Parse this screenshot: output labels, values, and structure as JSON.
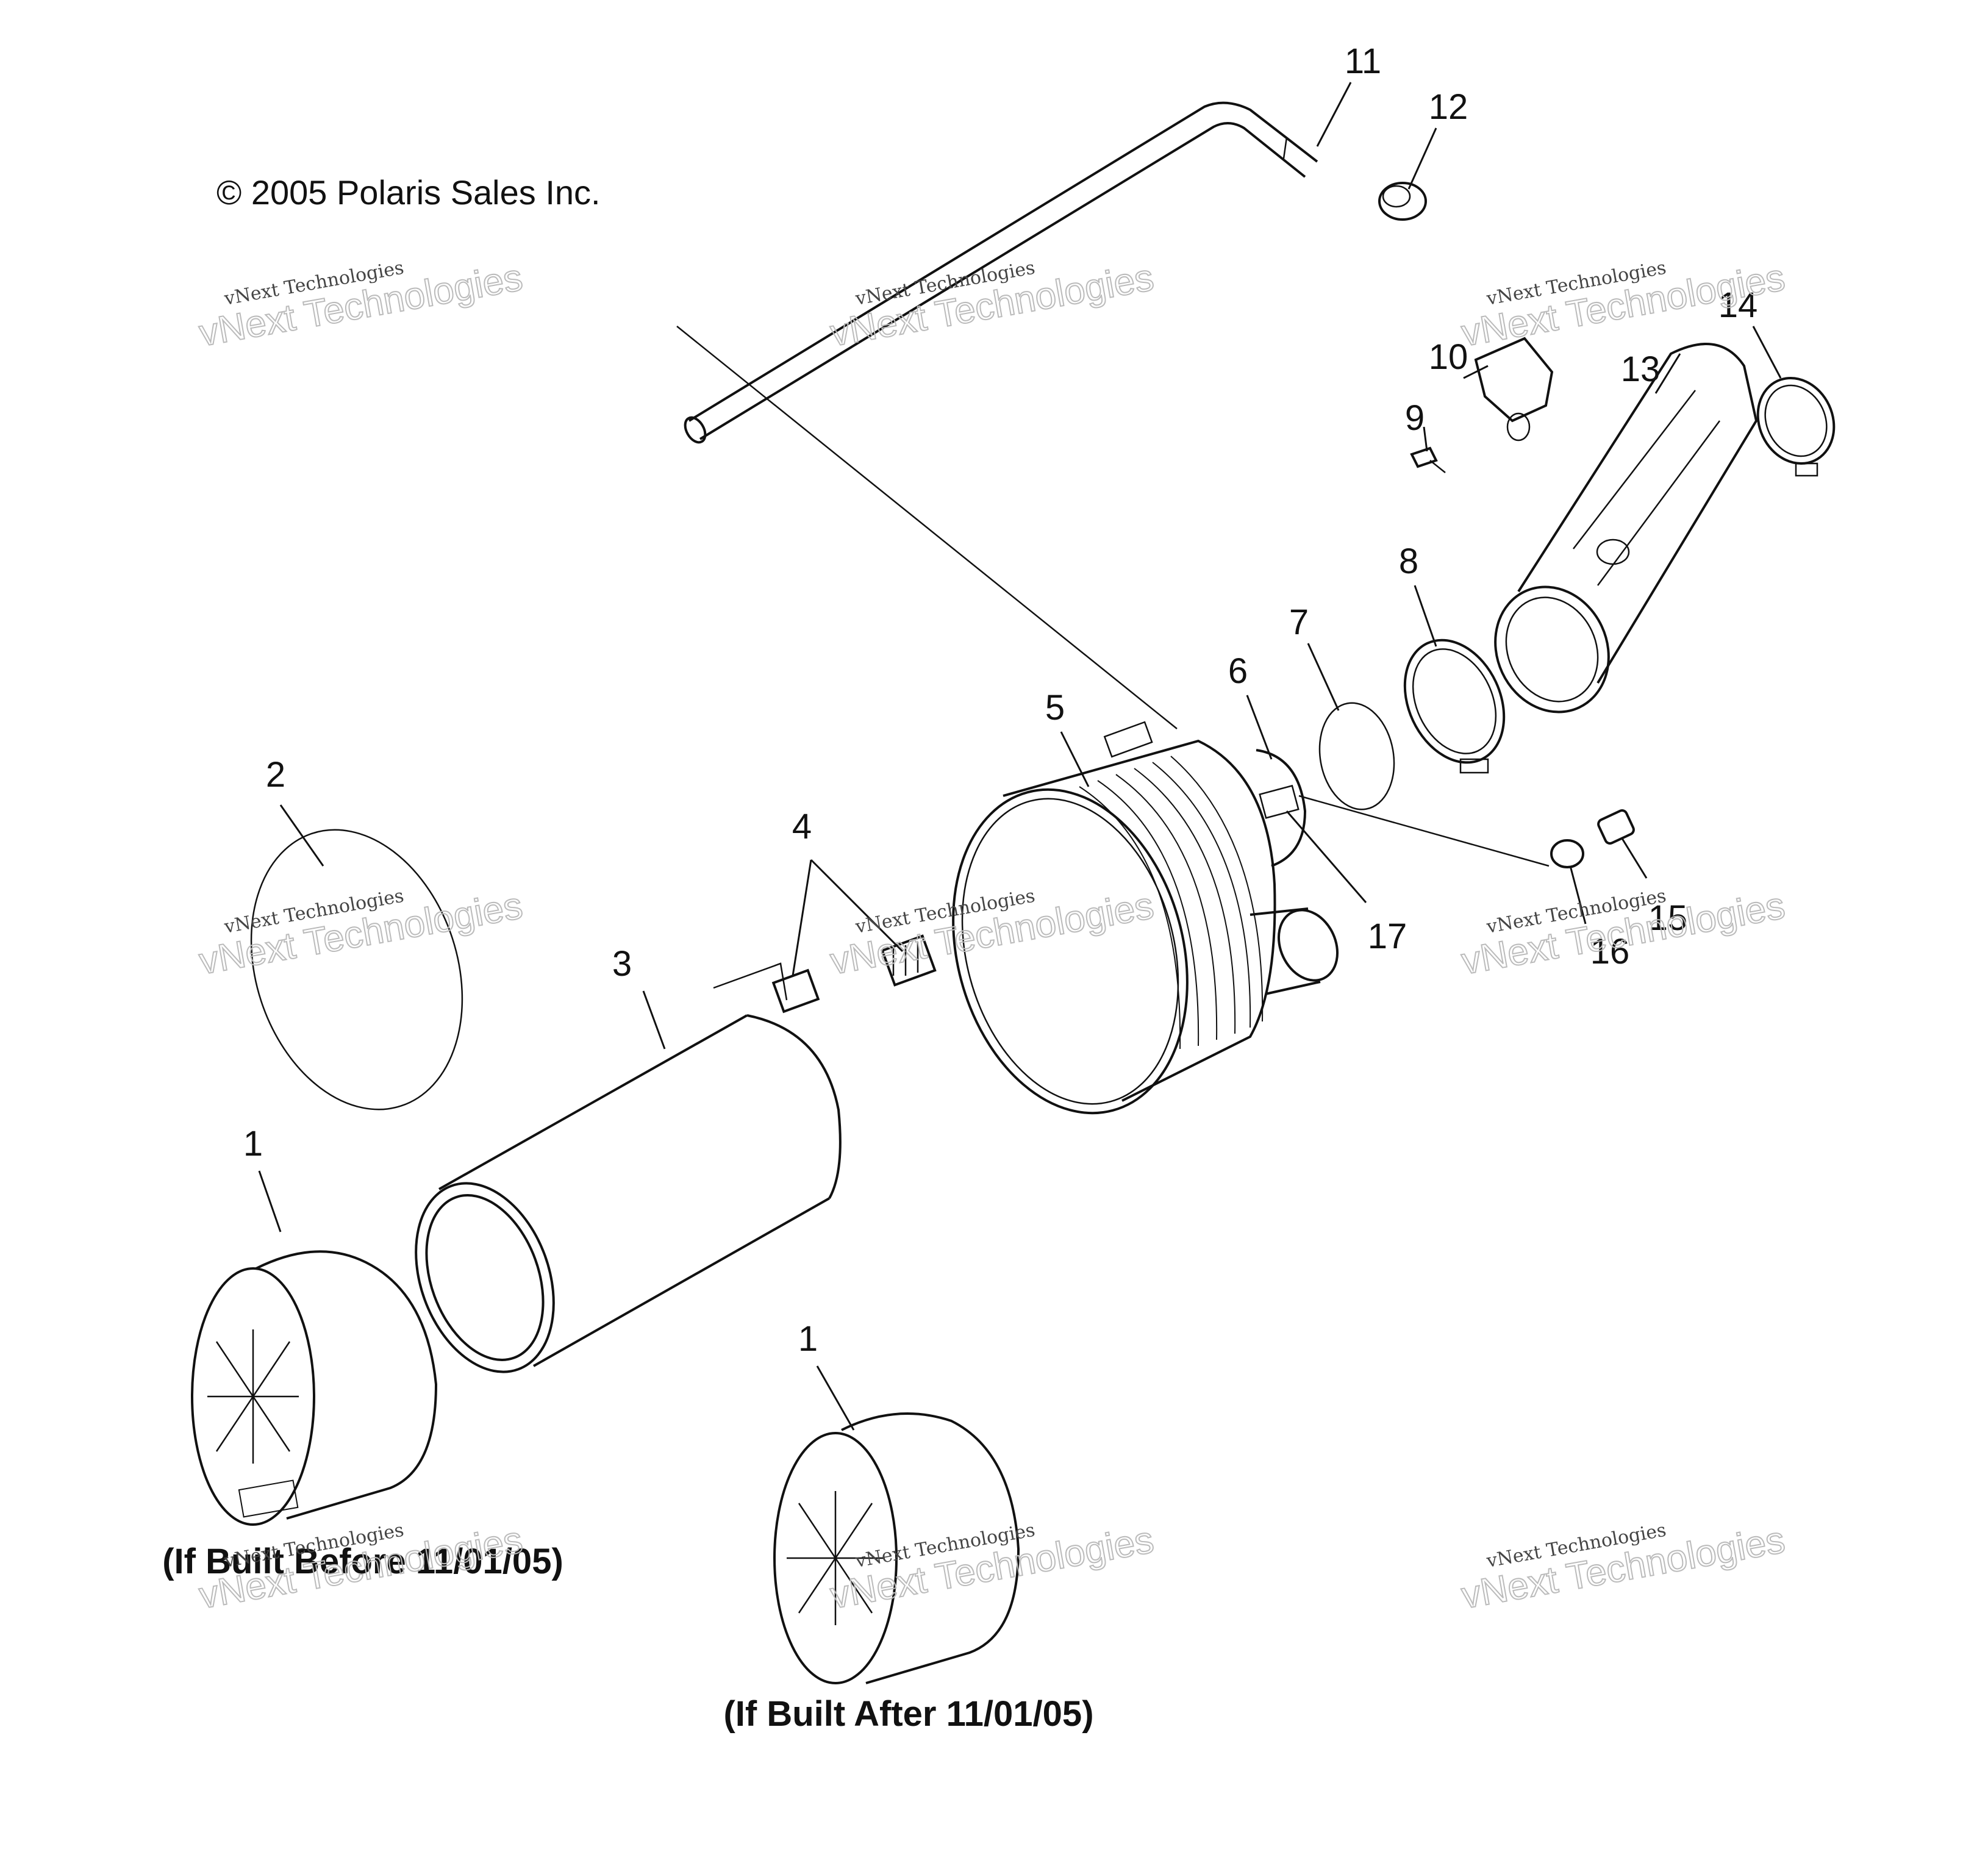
{
  "copyright": "© 2005 Polaris Sales Inc.",
  "callouts": [
    {
      "id": "1a",
      "label": "1"
    },
    {
      "id": "1b",
      "label": "1"
    },
    {
      "id": "2",
      "label": "2"
    },
    {
      "id": "3",
      "label": "3"
    },
    {
      "id": "4",
      "label": "4"
    },
    {
      "id": "5",
      "label": "5"
    },
    {
      "id": "6",
      "label": "6"
    },
    {
      "id": "7",
      "label": "7"
    },
    {
      "id": "8",
      "label": "8"
    },
    {
      "id": "9",
      "label": "9"
    },
    {
      "id": "10",
      "label": "10"
    },
    {
      "id": "11",
      "label": "11"
    },
    {
      "id": "12",
      "label": "12"
    },
    {
      "id": "13",
      "label": "13"
    },
    {
      "id": "14",
      "label": "14"
    },
    {
      "id": "15",
      "label": "15"
    },
    {
      "id": "16",
      "label": "16"
    },
    {
      "id": "17",
      "label": "17"
    }
  ],
  "captions": {
    "before": "(If Built Before 11/01/05)",
    "after": "(If Built After 11/01/05)"
  },
  "watermark": {
    "line_a": "vNext Technologies",
    "line_b": "vNext Technologies"
  }
}
